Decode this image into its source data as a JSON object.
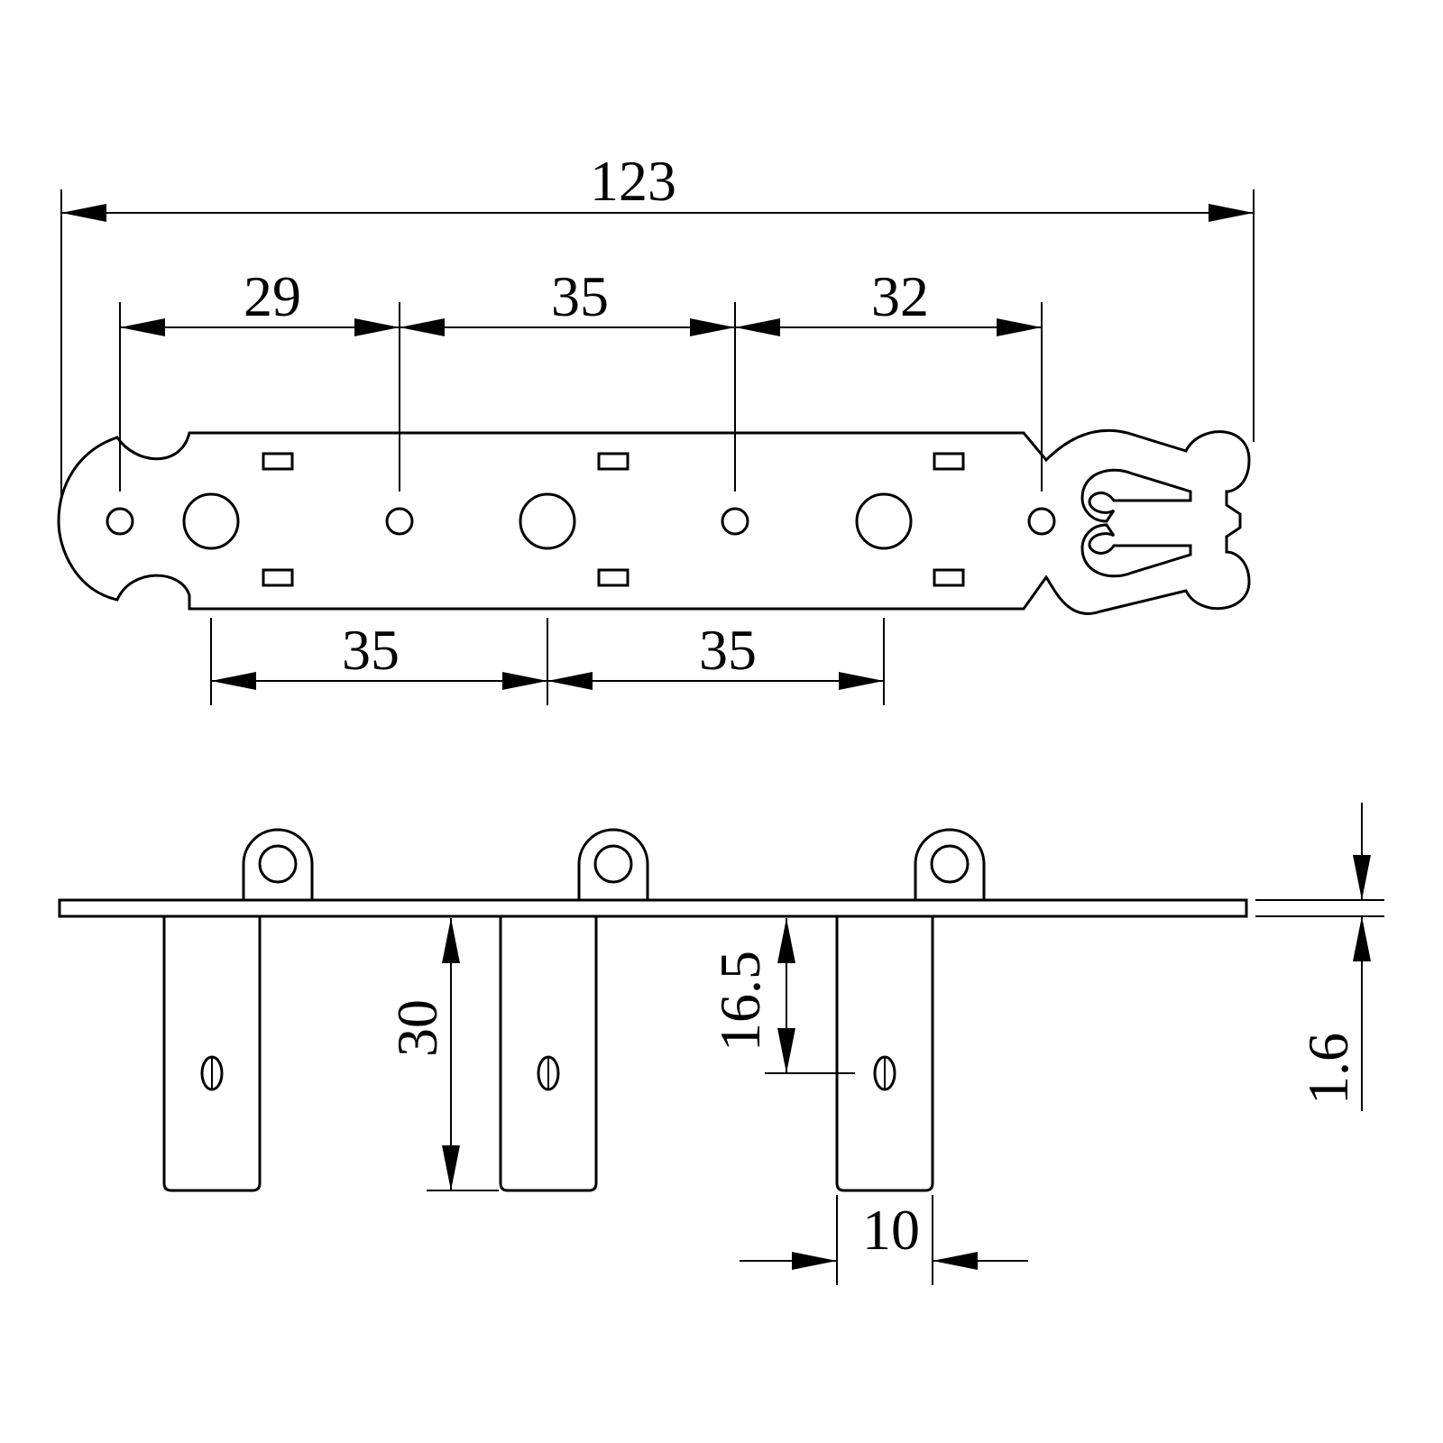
{
  "top_view": {
    "overall_length": "123",
    "post_spacing_1": "29",
    "post_spacing_2": "35",
    "post_spacing_3": "32",
    "hole_spacing_1": "35",
    "hole_spacing_2": "35"
  },
  "side_view": {
    "ear_length": "30",
    "hole_offset": "16.5",
    "ear_width": "10",
    "plate_thickness": "1.6"
  }
}
